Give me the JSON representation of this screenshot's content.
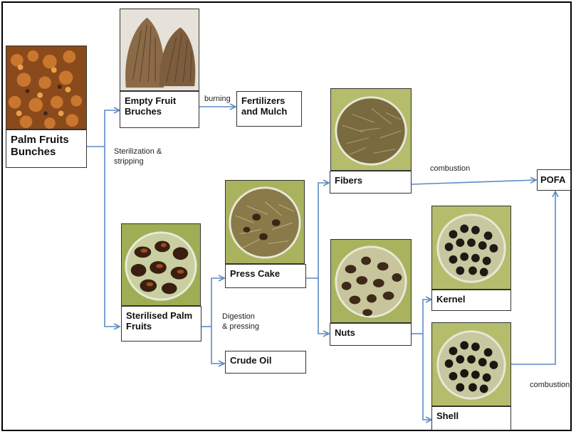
{
  "colors": {
    "arrow": "#5b8ac6",
    "box_border": "#333333",
    "frame": "#000000"
  },
  "nodes": {
    "palm_fruits_bunches": "Palm Fruits\nBunches",
    "empty_fruit_bunches": "Empty Fruit\nBruches",
    "fertilizers": "Fertilizers\nand Mulch",
    "sterilised_palm_fruits": "Sterilised Palm\nFruits",
    "press_cake": "Press Cake",
    "crude_oil": "Crude Oil",
    "fibers": "Fibers",
    "nuts": "Nuts",
    "kernel": "Kernel",
    "shell": "Shell",
    "pofa": "POFA"
  },
  "edge_labels": {
    "burning": "burning",
    "sterilization": "Sterilization &\nstripping",
    "digestion": "Digestion\n& pressing",
    "combustion_fibers": "combustion",
    "combustion_shell": "combustion"
  },
  "photos": [
    {
      "name": "palm-fruit-bunches-photo",
      "subject": "palm fruit bunches"
    },
    {
      "name": "empty-fruit-bunches-photo",
      "subject": "empty fruit bunches"
    },
    {
      "name": "sterilised-fruits-photo",
      "subject": "sterilised palm fruits"
    },
    {
      "name": "press-cake-photo",
      "subject": "press cake"
    },
    {
      "name": "fibers-photo",
      "subject": "fibers"
    },
    {
      "name": "nuts-photo",
      "subject": "nuts"
    },
    {
      "name": "kernel-photo",
      "subject": "kernel"
    },
    {
      "name": "shell-photo",
      "subject": "shell"
    }
  ]
}
